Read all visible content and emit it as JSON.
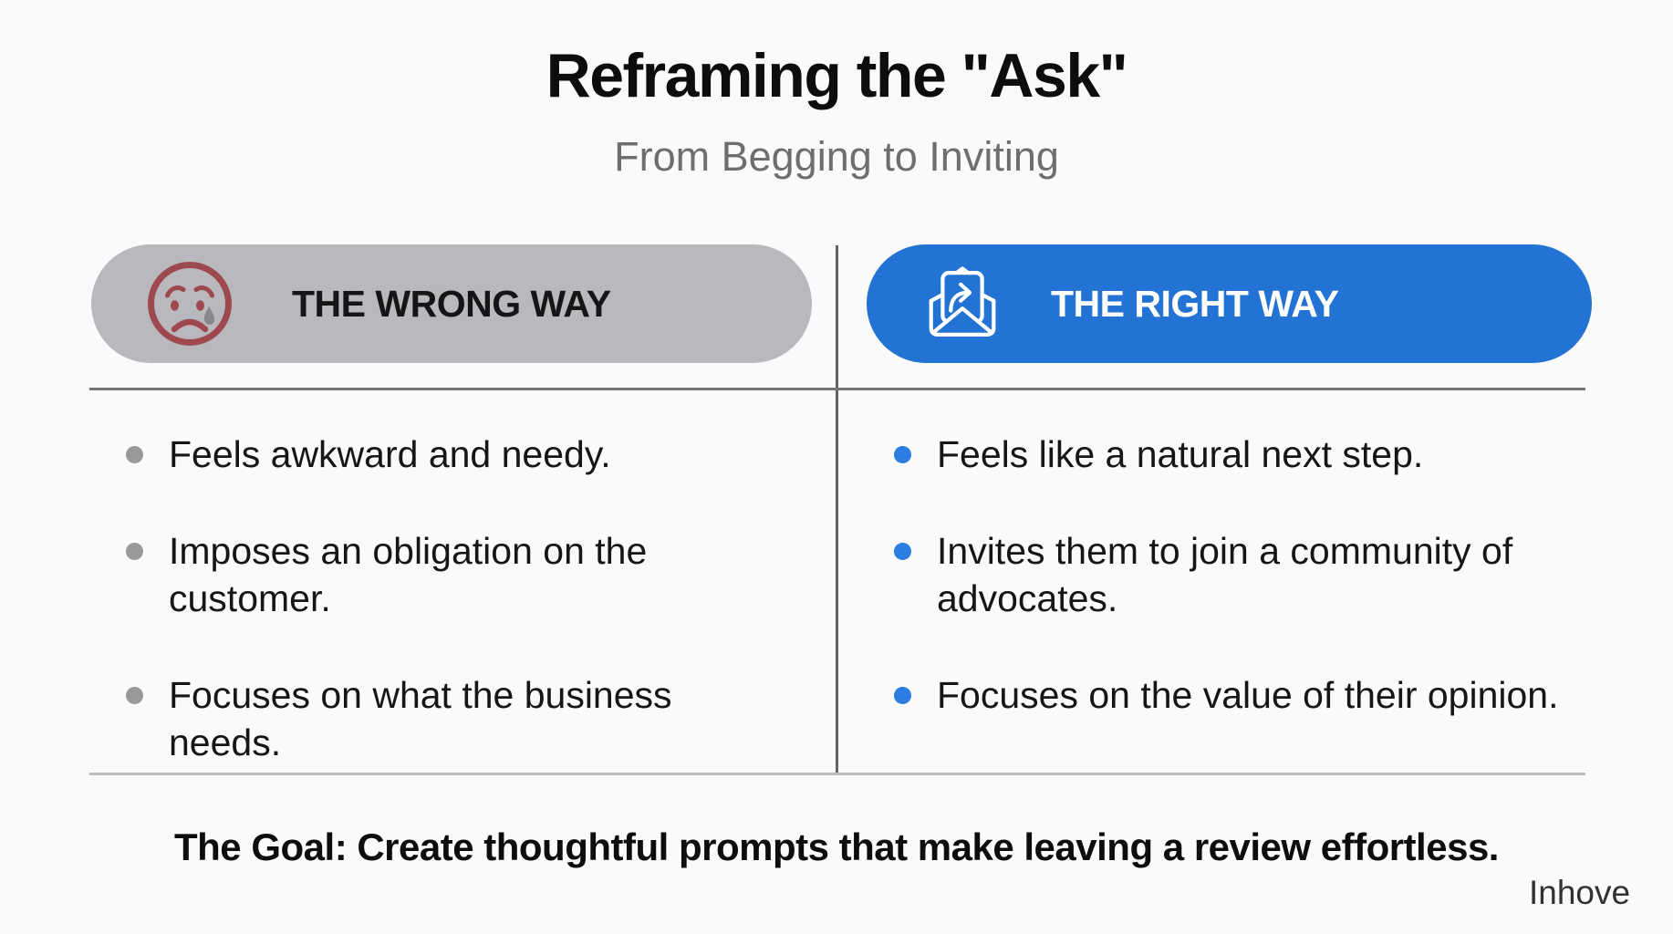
{
  "header": {
    "title": "Reframing the \"Ask\"",
    "subtitle": "From Begging to Inviting"
  },
  "columns": {
    "wrong": {
      "label": "THE WRONG WAY",
      "icon": "crying-face-icon",
      "pill_color": "#b9b8bc",
      "bullet_color": "#99989b",
      "icon_color": "#9e4850",
      "items": [
        "Feels awkward and needy.",
        "Imposes an obligation on the\ncustomer.",
        "Focuses on what the business needs."
      ]
    },
    "right": {
      "label": "THE RIGHT WAY",
      "icon": "envelope-share-icon",
      "pill_color": "#2273d3",
      "bullet_color": "#2b7de1",
      "icon_color": "#ffffff",
      "items": [
        "Feels like a natural next step.",
        "Invites them to join a community of\nadvocates.",
        "Focuses on the value of their opinion."
      ]
    }
  },
  "footer": {
    "goal": "The Goal: Create thoughtful prompts that make leaving a review effortless.",
    "brand": "Inhove"
  }
}
